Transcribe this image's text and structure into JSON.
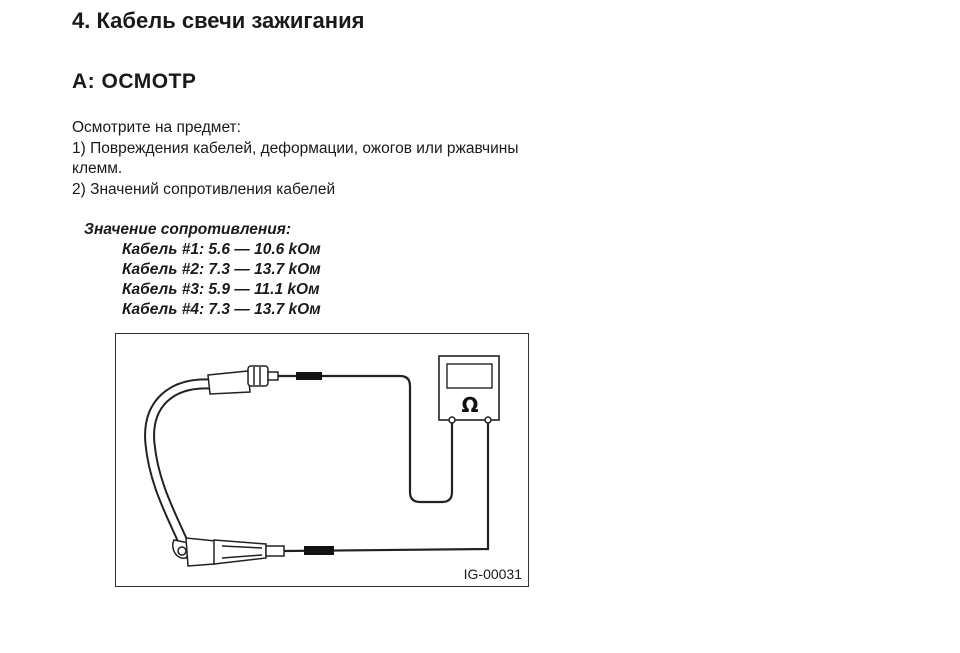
{
  "header": {
    "section_title": "4. Кабель свечи зажигания",
    "subsection_title": "A:  ОСМОТР"
  },
  "body": {
    "intro": "Осмотрите на предмет:",
    "item1_line1": "1) Повреждения кабелей, деформации, ожогов или ржавчины",
    "item1_line2": "клемм.",
    "item2": "2) Значений сопротивления кабелей"
  },
  "specs": {
    "heading": "Значение сопротивления:",
    "values": [
      "Кабель #1: 5.6 — 10.6 kOм",
      "Кабель #2: 7.3 — 13.7 kOм",
      "Кабель #3: 5.9 — 11.1 kOм",
      "Кабель #4: 7.3 — 13.7 kOм"
    ]
  },
  "figure": {
    "id": "IG-00031",
    "meter_symbol": "Ω"
  }
}
